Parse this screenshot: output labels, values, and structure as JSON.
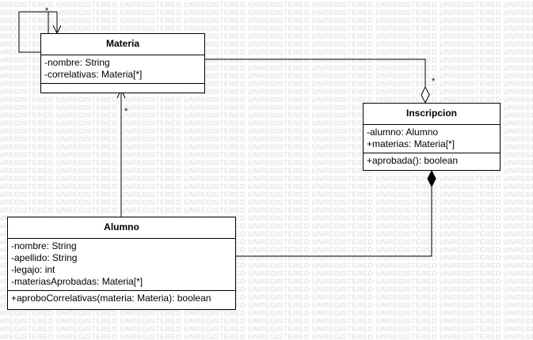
{
  "watermark_text": "UNREGISTERED",
  "classes": {
    "materia": {
      "name": "Materia",
      "attributes": [
        "-nombre: String",
        "-correlativas: Materia[*]"
      ],
      "operations": []
    },
    "inscripcion": {
      "name": "Inscripcion",
      "attributes": [
        "-alumno: Alumno",
        "+materias: Materia[*]"
      ],
      "operations": [
        "+aprobada(): boolean"
      ]
    },
    "alumno": {
      "name": "Alumno",
      "attributes": [
        "-nombre: String",
        "-apellido: String",
        "-legajo: int",
        "-materiasAprobadas: Materia[*]"
      ],
      "operations": [
        "+aproboCorrelativas(materia: Materia): boolean"
      ]
    }
  },
  "multiplicities": {
    "materia_self": "*",
    "inscripcion_materia": "*",
    "alumno_materia": "*"
  }
}
